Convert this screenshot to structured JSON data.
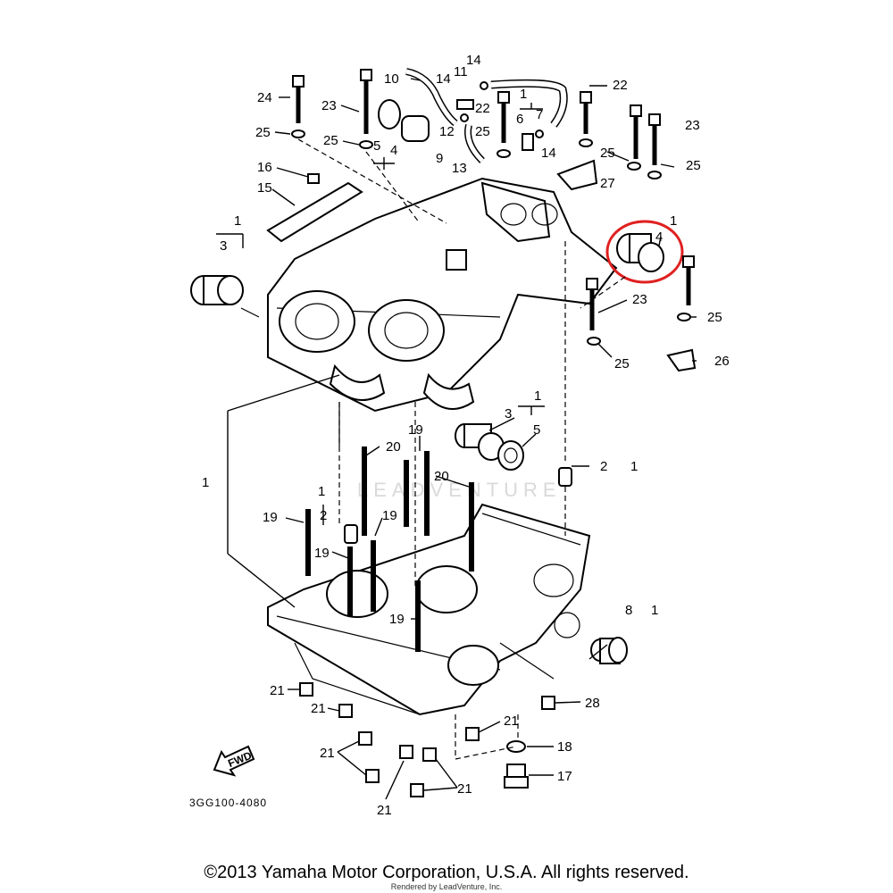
{
  "diagram": {
    "reference_code": "3GG100-4080",
    "fwd_label": "FWD",
    "watermark": "LEADVENTURE",
    "highlight_color": "#e02020",
    "callouts": [
      {
        "id": "c24",
        "text": "24"
      },
      {
        "id": "c23a",
        "text": "23"
      },
      {
        "id": "c10",
        "text": "10"
      },
      {
        "id": "c14a",
        "text": "14"
      },
      {
        "id": "c11",
        "text": "11"
      },
      {
        "id": "c14b",
        "text": "14"
      },
      {
        "id": "c22a",
        "text": "22"
      },
      {
        "id": "c22b",
        "text": "22"
      },
      {
        "id": "c1a",
        "text": "1"
      },
      {
        "id": "c7",
        "text": "7"
      },
      {
        "id": "c23b",
        "text": "23"
      },
      {
        "id": "c25a",
        "text": "25"
      },
      {
        "id": "c25b",
        "text": "25"
      },
      {
        "id": "c5a",
        "text": "5"
      },
      {
        "id": "c4a",
        "text": "4"
      },
      {
        "id": "c12",
        "text": "12"
      },
      {
        "id": "c25c",
        "text": "25"
      },
      {
        "id": "c6",
        "text": "6"
      },
      {
        "id": "c14c",
        "text": "14"
      },
      {
        "id": "c25d",
        "text": "25"
      },
      {
        "id": "c9",
        "text": "9"
      },
      {
        "id": "c13",
        "text": "13"
      },
      {
        "id": "c25e",
        "text": "25"
      },
      {
        "id": "c27",
        "text": "27"
      },
      {
        "id": "c16",
        "text": "16"
      },
      {
        "id": "c15",
        "text": "15"
      },
      {
        "id": "c1b",
        "text": "1"
      },
      {
        "id": "c4b",
        "text": "4"
      },
      {
        "id": "c1c",
        "text": "1"
      },
      {
        "id": "c3a",
        "text": "3"
      },
      {
        "id": "c23c",
        "text": "23"
      },
      {
        "id": "c25f",
        "text": "25"
      },
      {
        "id": "c25g",
        "text": "25"
      },
      {
        "id": "c26",
        "text": "26"
      },
      {
        "id": "c1d",
        "text": "1"
      },
      {
        "id": "c3b",
        "text": "3"
      },
      {
        "id": "c5b",
        "text": "5"
      },
      {
        "id": "c19a",
        "text": "19"
      },
      {
        "id": "c20a",
        "text": "20"
      },
      {
        "id": "c2a",
        "text": "2"
      },
      {
        "id": "c1e",
        "text": "1"
      },
      {
        "id": "c1f",
        "text": "1"
      },
      {
        "id": "c20b",
        "text": "20"
      },
      {
        "id": "c1g",
        "text": "1"
      },
      {
        "id": "c2b",
        "text": "2"
      },
      {
        "id": "c19b",
        "text": "19"
      },
      {
        "id": "c19c",
        "text": "19"
      },
      {
        "id": "c19d",
        "text": "19"
      },
      {
        "id": "c8",
        "text": "8"
      },
      {
        "id": "c1h",
        "text": "1"
      },
      {
        "id": "c19e",
        "text": "19"
      },
      {
        "id": "c21a",
        "text": "21"
      },
      {
        "id": "c21b",
        "text": "21"
      },
      {
        "id": "c28",
        "text": "28"
      },
      {
        "id": "c21c",
        "text": "21"
      },
      {
        "id": "c18",
        "text": "18"
      },
      {
        "id": "c21d",
        "text": "21"
      },
      {
        "id": "c21e",
        "text": "21"
      },
      {
        "id": "c17",
        "text": "17"
      },
      {
        "id": "c21f",
        "text": "21"
      }
    ]
  },
  "footer": {
    "copyright": "©2013 Yamaha Motor Corporation, U.S.A. All rights reserved.",
    "rendered_by": "Rendered by LeadVenture, Inc."
  }
}
